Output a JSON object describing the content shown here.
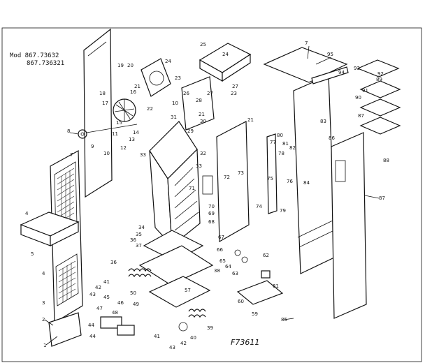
{
  "model": {
    "line1": "Mod 867.73632",
    "line2": "867.736321"
  },
  "figure_id": "F73611",
  "callouts": {
    "c1": "1",
    "c2": "2",
    "c3": "3",
    "c4": "4",
    "c5": "5",
    "c7": "7",
    "c8": "8",
    "c9": "9",
    "c10": "10",
    "c11": "11",
    "c12": "12",
    "c13": "13",
    "c14": "14",
    "c15": "15",
    "c16": "16",
    "c17": "17",
    "c18": "18",
    "c19": "19",
    "c20": "20",
    "c21": "21",
    "c22": "22",
    "c23": "23",
    "c24": "24",
    "c25": "25",
    "c26": "26",
    "c27": "27",
    "c28": "28",
    "c29": "29",
    "c30": "30",
    "c31": "31",
    "c32": "32",
    "c33": "33",
    "c34": "34",
    "c35": "35",
    "c36": "36",
    "c37": "37",
    "c38": "38",
    "c39": "39",
    "c40": "40",
    "c41": "41",
    "c42": "42",
    "c43": "43",
    "c44": "44",
    "c45": "45",
    "c46": "46",
    "c47": "47",
    "c48": "48",
    "c49": "49",
    "c50": "50",
    "c57": "57",
    "c59": "59",
    "c60": "60",
    "c61": "61",
    "c62": "62",
    "c63": "63",
    "c64": "64",
    "c65": "65",
    "c66": "66",
    "c67": "67",
    "c68": "68",
    "c69": "69",
    "c70": "70",
    "c71": "71",
    "c72": "72",
    "c73": "73",
    "c74": "74",
    "c75": "75",
    "c76": "76",
    "c77": "77",
    "c78": "78",
    "c79": "79",
    "c80": "80",
    "c81": "81",
    "c82": "82",
    "c83": "83",
    "c84": "84",
    "c85": "85",
    "c86": "86",
    "c87": "87",
    "c88": "88",
    "c89": "89",
    "c90": "90",
    "c91": "91",
    "c92": "92",
    "c93": "93",
    "c94": "94",
    "c95": "95"
  }
}
